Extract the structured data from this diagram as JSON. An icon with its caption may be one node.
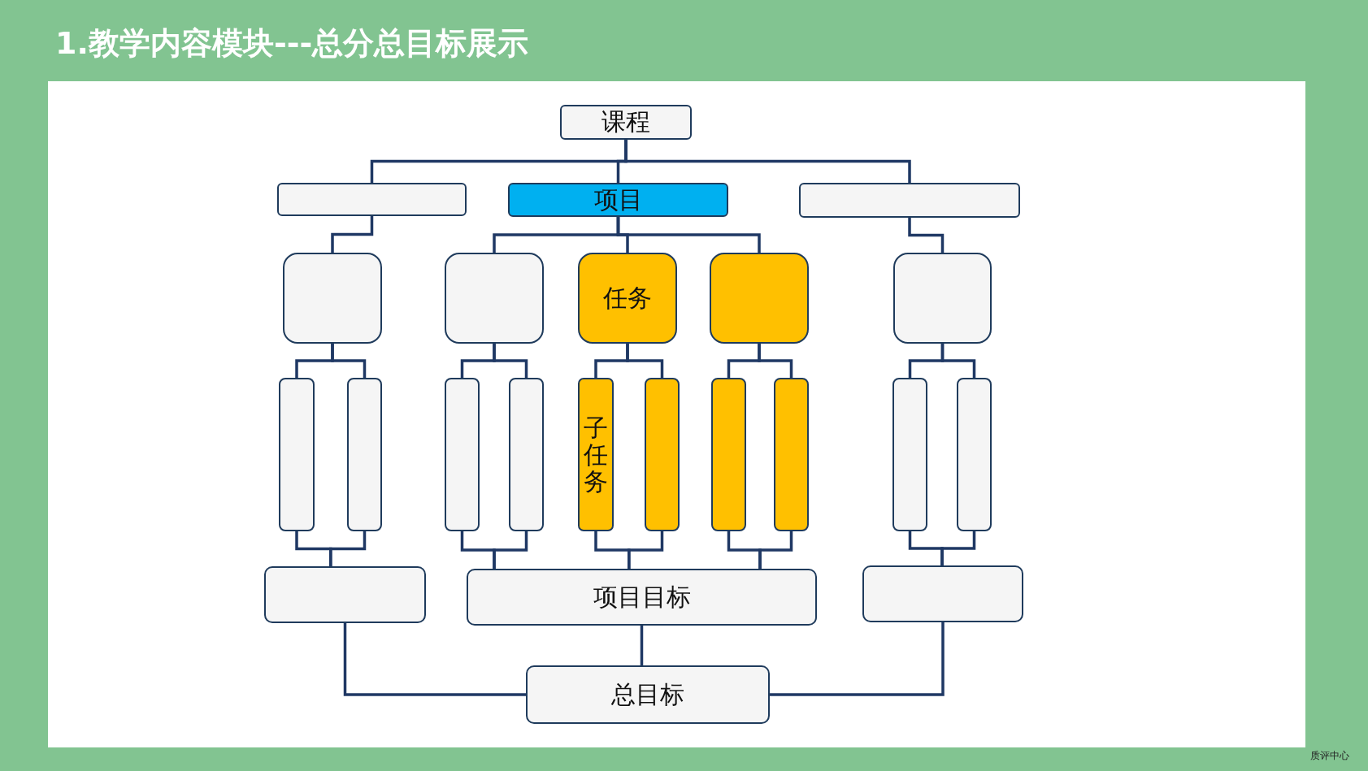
{
  "diagram": {
    "title": "1.教学内容模块---总分总目标展示",
    "nodes": [
      {
        "text": [
          "课程"
        ]
      },
      {
        "text": [],
        "shape": "box"
      },
      {
        "text": [
          "项目"
        ]
      },
      {
        "text": [],
        "shape": "box"
      },
      {
        "text": [],
        "shape": "box"
      },
      {
        "text": [],
        "shape": "box"
      },
      {
        "text": [
          "任务"
        ]
      },
      {
        "text": [],
        "shape": "box"
      },
      {
        "text": [],
        "shape": "box"
      },
      {
        "text": [],
        "shape": "bar"
      },
      {
        "text": [],
        "shape": "bar"
      },
      {
        "text": [],
        "shape": "bar"
      },
      {
        "text": [],
        "shape": "bar"
      },
      {
        "text": [
          "子任务"
        ]
      },
      {
        "text": [],
        "shape": "bar"
      },
      {
        "text": [],
        "shape": "bar"
      },
      {
        "text": [],
        "shape": "bar"
      },
      {
        "text": [],
        "shape": "bar"
      },
      {
        "text": [],
        "shape": "bar"
      },
      {
        "text": [],
        "shape": "box"
      },
      {
        "text": [
          "项目目标"
        ]
      },
      {
        "text": [],
        "shape": "box"
      },
      {
        "text": [
          "总目标"
        ]
      }
    ],
    "edges": [
      {
        "from": 0,
        "to": 1,
        "arrow": "none"
      },
      {
        "from": 0,
        "to": 2,
        "arrow": "none"
      },
      {
        "from": 0,
        "to": 3,
        "arrow": "none"
      },
      {
        "from": 1,
        "to": 4,
        "arrow": "none"
      },
      {
        "from": 2,
        "to": 5,
        "arrow": "none"
      },
      {
        "from": 2,
        "to": 6,
        "arrow": "none"
      },
      {
        "from": 2,
        "to": 7,
        "arrow": "none"
      },
      {
        "from": 3,
        "to": 8,
        "arrow": "none"
      },
      {
        "from": 4,
        "to": 9,
        "arrow": "none"
      },
      {
        "from": 4,
        "to": 10,
        "arrow": "none"
      },
      {
        "from": 5,
        "to": 11,
        "arrow": "none"
      },
      {
        "from": 5,
        "to": 12,
        "arrow": "none"
      },
      {
        "from": 6,
        "to": 13,
        "arrow": "none"
      },
      {
        "from": 6,
        "to": 14,
        "arrow": "none"
      },
      {
        "from": 7,
        "to": 15,
        "arrow": "none"
      },
      {
        "from": 7,
        "to": 16,
        "arrow": "none"
      },
      {
        "from": 8,
        "to": 17,
        "arrow": "none"
      },
      {
        "from": 8,
        "to": 18,
        "arrow": "none"
      },
      {
        "from": 9,
        "to": 19,
        "arrow": "none"
      },
      {
        "from": 10,
        "to": 19,
        "arrow": "none"
      },
      {
        "from": 11,
        "to": 20,
        "arrow": "none"
      },
      {
        "from": 12,
        "to": 20,
        "arrow": "none"
      },
      {
        "from": 13,
        "to": 20,
        "arrow": "none"
      },
      {
        "from": 14,
        "to": 20,
        "arrow": "none"
      },
      {
        "from": 15,
        "to": 20,
        "arrow": "none"
      },
      {
        "from": 16,
        "to": 20,
        "arrow": "none"
      },
      {
        "from": 17,
        "to": 21,
        "arrow": "none"
      },
      {
        "from": 18,
        "to": 21,
        "arrow": "none"
      },
      {
        "from": 19,
        "to": 22,
        "arrow": "none"
      },
      {
        "from": 20,
        "to": 22,
        "arrow": "none"
      },
      {
        "from": 21,
        "to": 22,
        "arrow": "none"
      }
    ],
    "labels": [
      "质评中心"
    ]
  }
}
